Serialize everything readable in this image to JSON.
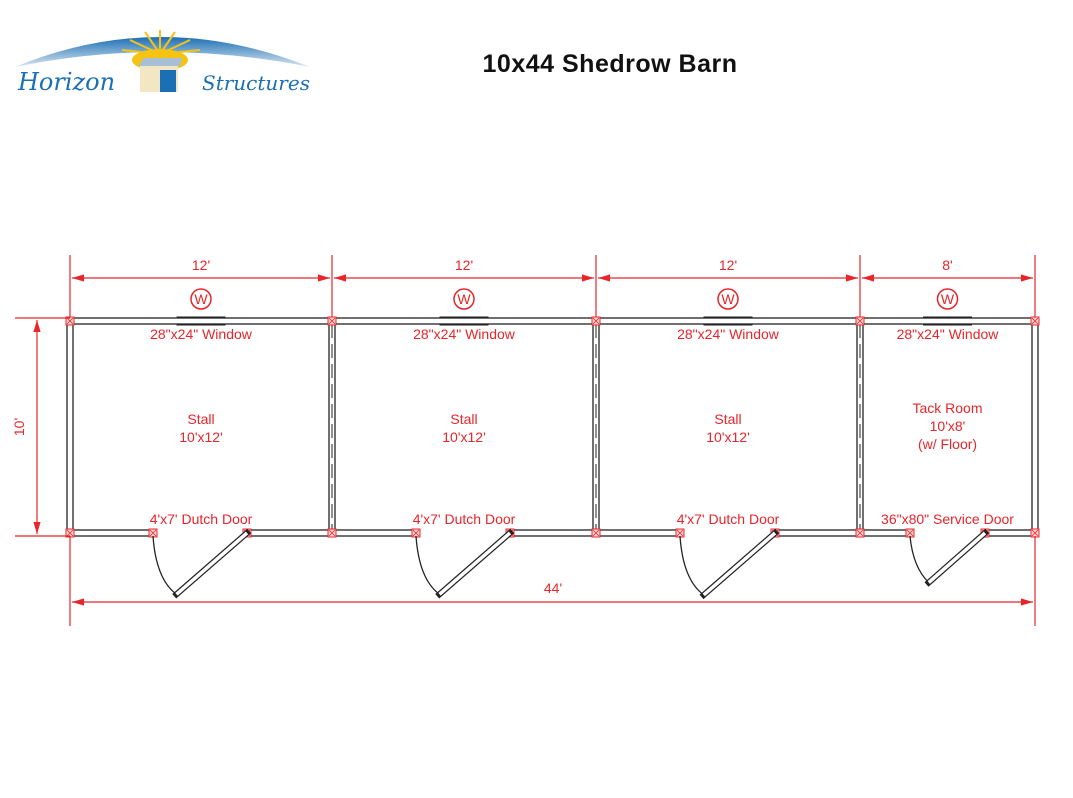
{
  "title": "10x44 Shedrow Barn",
  "logo": {
    "brand_left": "Horizon",
    "brand_right": "Structures"
  },
  "colors": {
    "annotation": "#e8252a",
    "wall": "#222222",
    "logo_blue": "#1b6fb5",
    "sun": "#f5c313"
  },
  "dimensions": {
    "bays": [
      "12'",
      "12'",
      "12'",
      "8'"
    ],
    "depth": "10'",
    "total_length": "44'"
  },
  "window_symbol": "W",
  "rooms": [
    {
      "window": "28\"x24\" Window",
      "name": "Stall",
      "size": "10'x12'",
      "note": "",
      "door": "4'x7' Dutch Door"
    },
    {
      "window": "28\"x24\" Window",
      "name": "Stall",
      "size": "10'x12'",
      "note": "",
      "door": "4'x7' Dutch Door"
    },
    {
      "window": "28\"x24\" Window",
      "name": "Stall",
      "size": "10'x12'",
      "note": "",
      "door": "4'x7' Dutch Door"
    },
    {
      "window": "28\"x24\" Window",
      "name": "Tack Room",
      "size": "10'x8'",
      "note": "(w/ Floor)",
      "door": "36\"x80\" Service Door"
    }
  ]
}
